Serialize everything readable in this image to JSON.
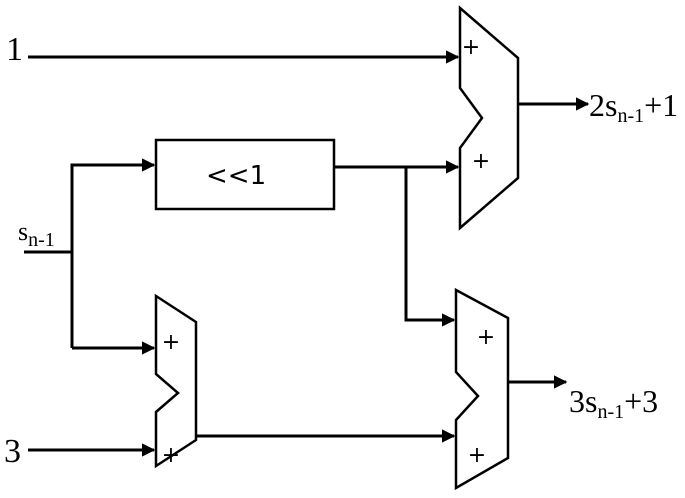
{
  "inputs": {
    "one": "1",
    "s_base": "s",
    "s_sub": "n-1",
    "three": "3"
  },
  "shift_block": {
    "label": "<<1"
  },
  "adders": {
    "top": {
      "in1_sign": "+",
      "in2_sign": "+"
    },
    "left": {
      "in1_sign": "+",
      "in2_sign": "+"
    },
    "bottom": {
      "in1_sign": "+",
      "in2_sign": "+"
    }
  },
  "outputs": {
    "top": {
      "coef": "2",
      "base": "s",
      "sub": "n-1",
      "tail": "+1"
    },
    "bottom": {
      "coef": "3",
      "base": "s",
      "sub": "n-1",
      "tail": "+3"
    }
  }
}
